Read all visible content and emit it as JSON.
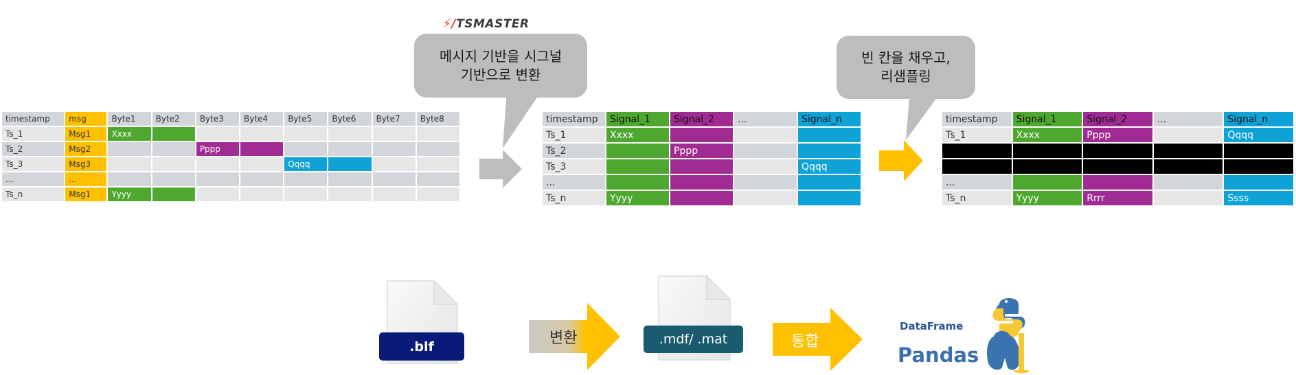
{
  "logo": {
    "brand": "TSMASTER"
  },
  "callouts": {
    "first": "메시지 기반을 시그널\n기반으로 변환",
    "second": "빈 칸을 채우고,\n리샘플링"
  },
  "table1": {
    "header": [
      "timestamp",
      "msg",
      "Byte1",
      "Byte2",
      "Byte3",
      "Byte4",
      "Byte5",
      "Byte6",
      "Byte7",
      "Byte8"
    ],
    "rows": [
      [
        "Ts_1",
        "Msg1",
        "Xxxx",
        "",
        "",
        "",
        "",
        "",
        "",
        ""
      ],
      [
        "Ts_2",
        "Msg2",
        "",
        "",
        "Pppp",
        "",
        "",
        "",
        "",
        ""
      ],
      [
        "Ts_3",
        "Msg3",
        "",
        "",
        "",
        "",
        "Qqqq",
        "",
        "",
        ""
      ],
      [
        "...",
        "...",
        "",
        "",
        "",
        "",
        "",
        "",
        "",
        ""
      ],
      [
        "Ts_n",
        "Msg1",
        "Yyyy",
        "",
        "",
        "",
        "",
        "",
        "",
        ""
      ]
    ]
  },
  "table2": {
    "header": [
      "timestamp",
      "Signal_1",
      "Signal_2",
      "...",
      "Signal_n"
    ],
    "rows": [
      [
        "Ts_1",
        "Xxxx",
        "",
        "",
        ""
      ],
      [
        "Ts_2",
        "",
        "Pppp",
        "",
        ""
      ],
      [
        "Ts_3",
        "",
        "",
        "",
        "Qqqq"
      ],
      [
        "...",
        "",
        "",
        "",
        ""
      ],
      [
        "Ts_n",
        "Yyyy",
        "",
        "",
        ""
      ]
    ]
  },
  "table3": {
    "header": [
      "timestamp",
      "Signal_1",
      "Signal_2",
      "...",
      "Signal_n"
    ],
    "rows": [
      [
        "Ts_1",
        "Xxxx",
        "Pppp",
        "",
        "Qqqq"
      ],
      [
        "",
        "",
        "",
        "",
        ""
      ],
      [
        "",
        "",
        "",
        "",
        ""
      ],
      [
        "...",
        "",
        "",
        "",
        ""
      ],
      [
        "Ts_n",
        "Yyyy",
        "Rrrr",
        "",
        "Ssss"
      ]
    ]
  },
  "pipeline": {
    "file1": ".blf",
    "convert": "변환",
    "file2": ".mdf/ .mat",
    "merge": "통합",
    "dataframe": "DataFrame",
    "pandas": "Pandas"
  },
  "colors": {
    "yellow": "#ffc000",
    "green": "#4ea72e",
    "purple": "#a02b93",
    "blue": "#0ea2d6",
    "navy": "#0a1a7a",
    "teal": "#1b5b70",
    "arrow_gray": "#bdbdbd",
    "arrow_gold": "#ffc000"
  }
}
